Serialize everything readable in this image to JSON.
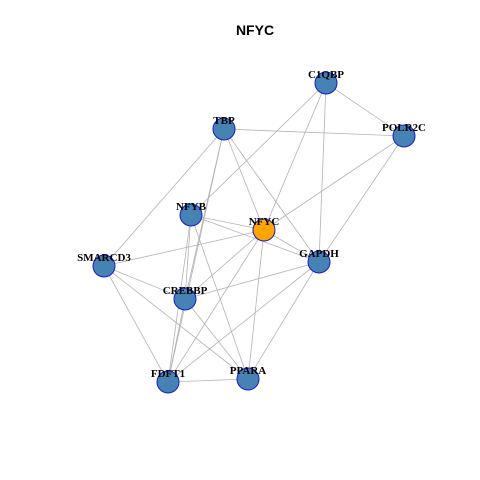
{
  "title": "NFYC",
  "colors": {
    "node_default": "#4682B4",
    "node_highlight": "#FFA500",
    "node_border": "#1A1ACC",
    "edge": "#B3B3B3"
  },
  "nodes": [
    {
      "id": "C1QBP",
      "label": "C1QBP",
      "highlight": false
    },
    {
      "id": "TBP",
      "label": "TBP",
      "highlight": false
    },
    {
      "id": "POLR2C",
      "label": "POLR2C",
      "highlight": false
    },
    {
      "id": "NFYB",
      "label": "NFYB",
      "highlight": false
    },
    {
      "id": "NFYC",
      "label": "NFYC",
      "highlight": true
    },
    {
      "id": "GAPDH",
      "label": "GAPDH",
      "highlight": false
    },
    {
      "id": "SMARCD3",
      "label": "SMARCD3",
      "highlight": false
    },
    {
      "id": "CREBBP",
      "label": "CREBBP",
      "highlight": false
    },
    {
      "id": "FDFT1",
      "label": "FDFT1",
      "highlight": false
    },
    {
      "id": "PPARA",
      "label": "PPARA",
      "highlight": false
    }
  ],
  "edges": [
    [
      "C1QBP",
      "POLR2C"
    ],
    [
      "C1QBP",
      "NFYB"
    ],
    [
      "C1QBP",
      "NFYC"
    ],
    [
      "C1QBP",
      "GAPDH"
    ],
    [
      "TBP",
      "POLR2C"
    ],
    [
      "TBP",
      "NFYC"
    ],
    [
      "TBP",
      "GAPDH"
    ],
    [
      "TBP",
      "SMARCD3"
    ],
    [
      "TBP",
      "CREBBP"
    ],
    [
      "TBP",
      "FDFT1"
    ],
    [
      "POLR2C",
      "NFYC"
    ],
    [
      "POLR2C",
      "GAPDH"
    ],
    [
      "NFYB",
      "NFYC"
    ],
    [
      "NFYB",
      "GAPDH"
    ],
    [
      "NFYB",
      "CREBBP"
    ],
    [
      "NFYB",
      "FDFT1"
    ],
    [
      "NFYB",
      "PPARA"
    ],
    [
      "NFYC",
      "GAPDH"
    ],
    [
      "NFYC",
      "SMARCD3"
    ],
    [
      "NFYC",
      "CREBBP"
    ],
    [
      "NFYC",
      "FDFT1"
    ],
    [
      "NFYC",
      "PPARA"
    ],
    [
      "GAPDH",
      "CREBBP"
    ],
    [
      "GAPDH",
      "FDFT1"
    ],
    [
      "GAPDH",
      "PPARA"
    ],
    [
      "SMARCD3",
      "CREBBP"
    ],
    [
      "SMARCD3",
      "FDFT1"
    ],
    [
      "SMARCD3",
      "PPARA"
    ],
    [
      "CREBBP",
      "FDFT1"
    ],
    [
      "CREBBP",
      "PPARA"
    ],
    [
      "FDFT1",
      "PPARA"
    ]
  ]
}
